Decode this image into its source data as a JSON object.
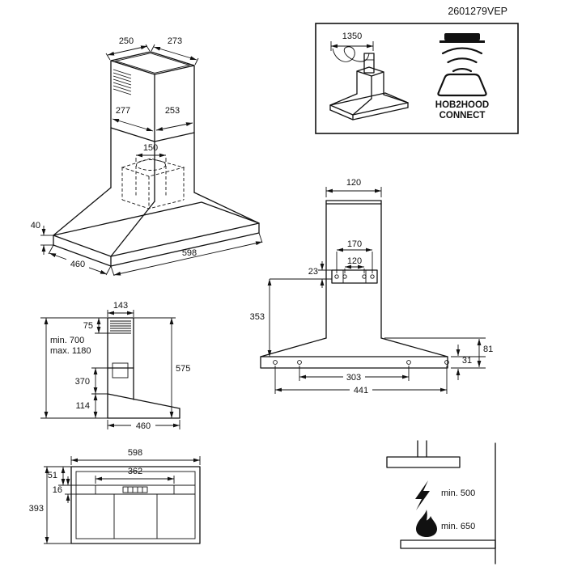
{
  "header": {
    "doc_number": "2601279VEP"
  },
  "isometric_view": {
    "top_width": "250",
    "top_depth": "273",
    "lower_depth": "277",
    "lower_width": "253",
    "duct_diameter": "150",
    "rim_height": "40",
    "body_depth": "460",
    "body_width": "598"
  },
  "hob2hood_panel": {
    "cable_length": "1350",
    "title_line1": "HOB2HOOD",
    "title_line2": "CONNECT"
  },
  "front_view": {
    "chimney_width": "120",
    "bracket_hole_outer": "170",
    "bracket_hole_inner": "120",
    "bracket_offset": "23",
    "mount_to_bottom": "353",
    "rim_height": "31",
    "body_height": "81",
    "screw_span_inner": "303",
    "screw_span_outer": "441"
  },
  "side_view": {
    "chimney_depth": "143",
    "grille_height": "75",
    "height_min": "min. 700",
    "height_max": "max. 1180",
    "lower_chimney": "370",
    "body_rear_height": "114",
    "total_height": "575",
    "body_depth": "460"
  },
  "top_view": {
    "width": "598",
    "cutout_width": "362",
    "front_inset": "51",
    "strip_depth": "16",
    "depth": "393"
  },
  "clearance_view": {
    "electric_hob_min": "min. 500",
    "gas_hob_min": "min. 650"
  }
}
